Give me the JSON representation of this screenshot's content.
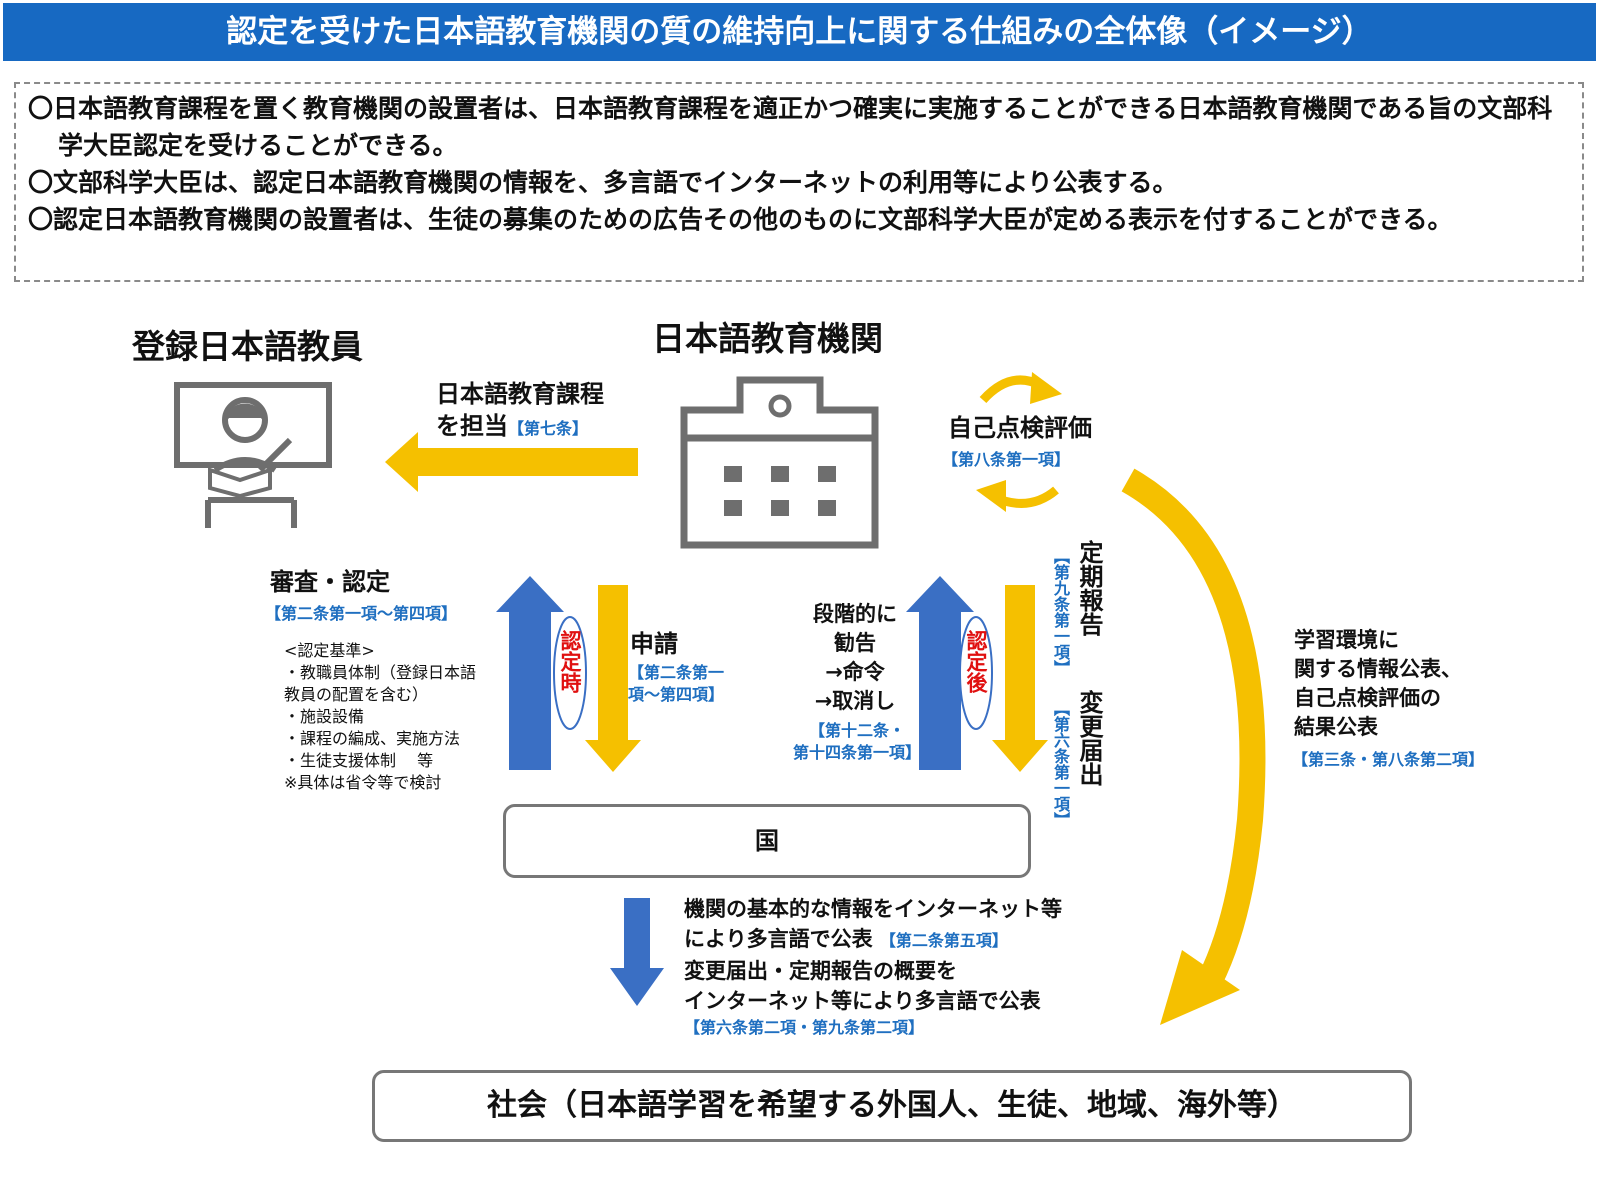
{
  "title": "認定を受けた日本語教育機関の質の維持向上に関する仕組みの全体像（イメージ）",
  "summary": [
    "〇日本語教育課程を置く教育機関の設置者は、日本語教育課程を適正かつ確実に実施することができる日本語教育機関である旨の文部科学大臣認定を受けることができる。",
    "〇文部科学大臣は、認定日本語教育機関の情報を、多言語でインターネットの利用等により公表する。",
    "〇認定日本語教育機関の設置者は、生徒の募集のための広告その他のものに文部科学大臣が定める表示を付することができる。"
  ],
  "teacher": {
    "label": "登録日本語教員"
  },
  "institution": {
    "label": "日本語教育機関"
  },
  "assign": {
    "line1": "日本語教育課程",
    "line2": "を担当",
    "ref": "【第七条】"
  },
  "self_eval": {
    "label": "自己点検評価",
    "ref": "【第八条第一項】"
  },
  "review": {
    "label": "審査・認定",
    "ref": "【第二条第一項～第四項】",
    "criteria": [
      "<認定基準>",
      "・教職員体制（登録日本語",
      "教員の配置を含む）",
      "・施設設備",
      "・課程の編成、実施方法",
      "・生徒支援体制　 等",
      "※具体は省令等で検討"
    ]
  },
  "at_certification": "認定時",
  "after_certification": "認定後",
  "application": {
    "label": "申請",
    "ref_line1": "【第二条第一",
    "ref_line2": "項～第四項】"
  },
  "enforcement": {
    "line1": "段階的に",
    "line2": "勧告",
    "line3": "→命令",
    "line4": "→取消し",
    "ref_line1": "【第十二条・",
    "ref_line2": "第十四条第一項】"
  },
  "periodic_report": {
    "label": "定期報告",
    "ref": "【第九条第一項】"
  },
  "change_notice": {
    "label": "変更届出",
    "ref": "【第六条第一項】"
  },
  "disclosure": {
    "line1": "学習環境に",
    "line2": "関する情報公表、",
    "line3": "自己点検評価の",
    "line4": "結果公表",
    "ref": "【第三条・第八条第二項】"
  },
  "state": {
    "label": "国"
  },
  "publication": {
    "line1": "機関の基本的な情報をインターネット等",
    "line2": "により多言語で公表",
    "ref1": "【第二条第五項】",
    "line3": "変更届出・定期報告の概要を",
    "line4": "インターネット等により多言語で公表",
    "ref2": "【第六条第二項・第九条第二項】"
  },
  "society": {
    "label": "社会（日本語学習を希望する外国人、生徒、地域、海外等）"
  },
  "colors": {
    "blue": "#3a6fc4",
    "yellow": "#f5c000",
    "title_bg": "#1769c2",
    "ref": "#1f6fc0",
    "red": "#e01010",
    "gray": "#6e6e6e"
  }
}
